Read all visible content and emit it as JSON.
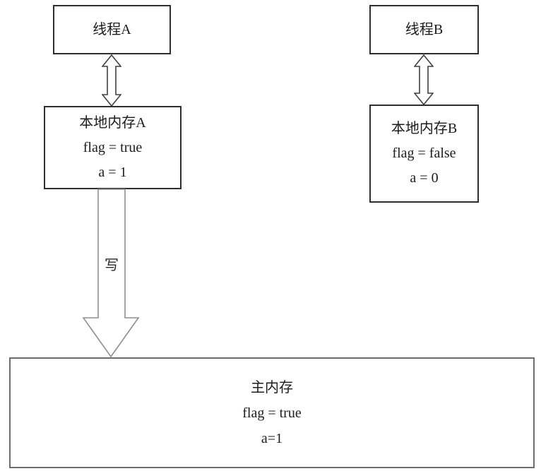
{
  "diagram": {
    "title_semantic": "java-memory-model-write-diagram",
    "thread_a": {
      "title": "线程A"
    },
    "thread_b": {
      "title": "线程B"
    },
    "local_memory_a": {
      "title": "本地内存A",
      "line1": "flag = true",
      "line2": "a = 1"
    },
    "local_memory_b": {
      "title": "本地内存B",
      "line1": "flag = false",
      "line2": "a = 0"
    },
    "main_memory": {
      "title": "主内存",
      "line1": "flag = true",
      "line2": "a=1"
    },
    "write_arrow": {
      "label": "写"
    },
    "colors": {
      "background": "#ffffff",
      "box_border": "#2e2e2e",
      "main_memory_border": "#6e6e6e",
      "double_arrow_stroke": "#3f3f3f",
      "write_arrow_stroke": "#8f8f8f",
      "text": "#1c1c1c"
    }
  }
}
